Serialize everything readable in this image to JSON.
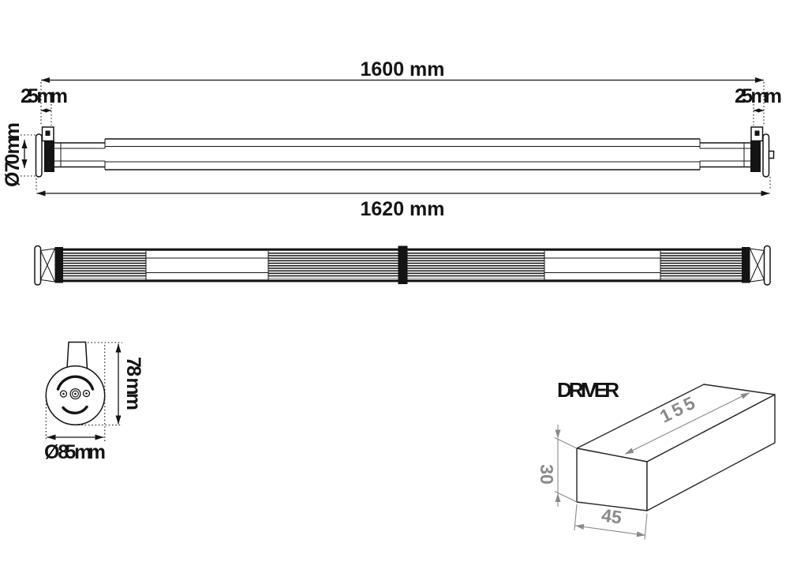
{
  "side_view": {
    "dim_length_top": "1600 mm",
    "dim_offset_left": "25 mm",
    "dim_offset_right": "25 mm",
    "dim_diameter": "Ø 70 mm",
    "dim_length_total": "1620 mm"
  },
  "detail_view": {
    "dim_height": "78 mm",
    "dim_diameter": "Ø 85 mm"
  },
  "driver": {
    "title": "DRIVER",
    "dim_length": "155",
    "dim_height": "30",
    "dim_width": "45"
  },
  "colors": {
    "line": "#141414",
    "dim_gray": "#8a8a8a",
    "background": "#ffffff"
  }
}
